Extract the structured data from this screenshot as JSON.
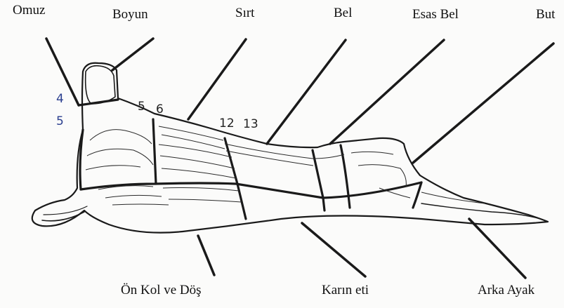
{
  "labels": {
    "shoulder": "Omuz",
    "neck": "Boyun",
    "back": "Sırt",
    "waist": "Bel",
    "main_loin": "Esas Bel",
    "leg": "But",
    "foreleg_breast": "Ön Kol ve Döş",
    "belly": "Karın eti",
    "hind_leg": "Arka Ayak"
  },
  "rib_numbers": {
    "n4": "4",
    "n5_left": "5",
    "n5": "5",
    "n6": "6",
    "n12": "12",
    "n13": "13"
  },
  "colors": {
    "ink": "#1a1a1a",
    "blue_pen": "#2b3f8f",
    "background": "#fbfbfa"
  }
}
